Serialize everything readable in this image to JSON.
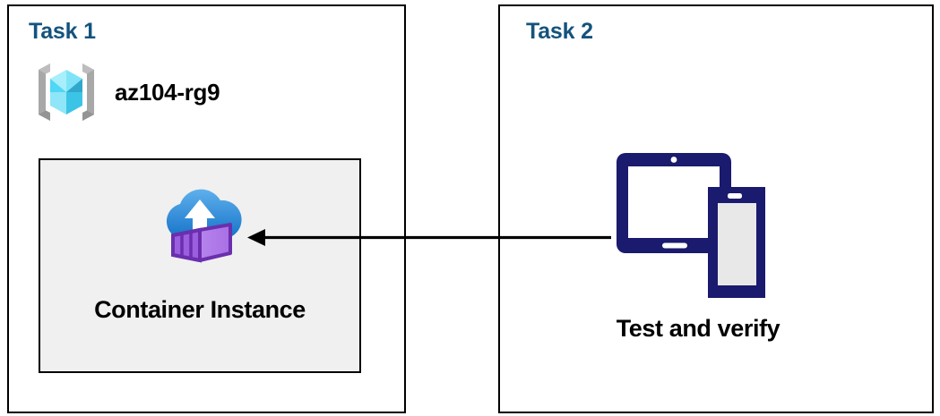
{
  "diagram": {
    "background_color": "#ffffff",
    "panel_border_color": "#000000",
    "title_color": "#14537d",
    "arrow_color": "#000000"
  },
  "panels": [
    {
      "id": "task1",
      "title": "Task 1",
      "resource_group": {
        "icon": "resource-group-icon",
        "label": "az104-rg9",
        "icon_colors": {
          "bracket": "#a0a0a0",
          "cube_light": "#9fe8fb",
          "cube_mid": "#31cdf0",
          "cube_dark": "#2a9fc4"
        }
      },
      "resource_box": {
        "fill_color": "#f0f0f0",
        "border_color": "#000000",
        "icon": "container-instance-icon",
        "label": "Container Instance",
        "icon_colors": {
          "cloud_top": "#50a5e8",
          "cloud_bottom": "#1573c9",
          "container_face": "#b07ce8",
          "container_side": "#8a4fd4",
          "container_edge": "#6b2fae",
          "arrow": "#ffffff"
        }
      }
    },
    {
      "id": "task2",
      "title": "Task 2",
      "device": {
        "icon": "devices-icon",
        "label": "Test and verify",
        "icon_colors": {
          "body": "#1a1a6e",
          "tablet_screen": "#ffffff",
          "phone_screen": "#e8e8e8"
        }
      }
    }
  ],
  "connector": {
    "name": "flow-arrow",
    "direction": "right-to-left",
    "from": "Test and verify",
    "to": "Container Instance",
    "color": "#000000"
  }
}
